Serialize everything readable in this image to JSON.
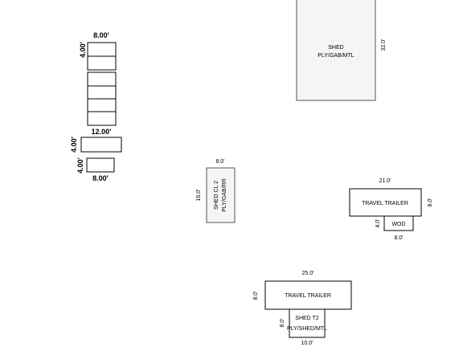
{
  "structures": {
    "stack": {
      "top_width": "8.00'",
      "top_height": "4.00'",
      "mid_width": "12.00'",
      "mid_height": "4.00'",
      "bottom_height": "4.00'",
      "bottom_width": "8.00'"
    },
    "shed_main": {
      "line1": "SHED",
      "line2": "PLY/GAB/MTL",
      "dim_side": "32.0'"
    },
    "shed_cl2": {
      "line1": "SHED CL 2",
      "line2": "PLY/GAB/RR",
      "dim_top": "8.0'",
      "dim_side": "16.0'"
    },
    "travel_trailer_1": {
      "label": "TRAVEL TRAILER",
      "dim_top": "21.0'",
      "dim_side": "8.0'",
      "wod_label": "WOD",
      "wod_side": "4.0'",
      "wod_bottom": "8.0'"
    },
    "travel_trailer_2": {
      "label": "TRAVEL TRAILER",
      "dim_top": "25.0'",
      "dim_side": "8.0'",
      "shed_t2_line1": "SHED T2",
      "shed_t2_line2": "PLY/SHED/MTL",
      "shed_t2_side": "8.0'",
      "shed_t2_bottom": "10.0'"
    }
  }
}
